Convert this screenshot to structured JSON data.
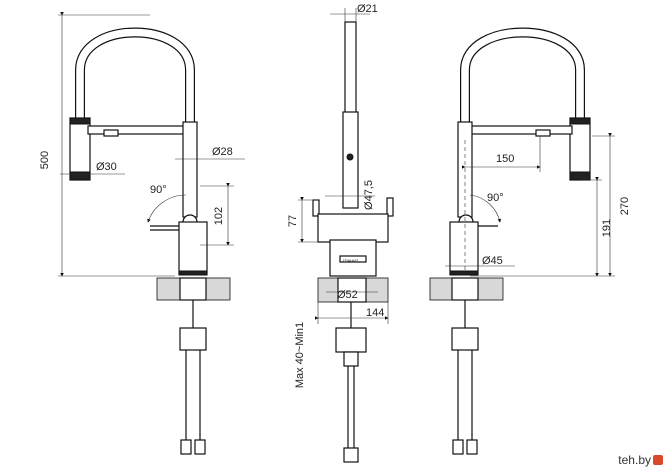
{
  "dimensions": {
    "height_total": "500",
    "spout_head_diameter": "Ø30",
    "body_diameter_top": "Ø28",
    "lever_angle_left": "90°",
    "lever_height": "102",
    "tube_diameter": "Ø21",
    "front_body_diameter": "Ø47,5",
    "front_height": "77",
    "base_diameter": "Ø52",
    "base_width": "144",
    "counter_thickness": "Max 40~Min1",
    "reach": "150",
    "lever_angle_right": "90°",
    "spout_height": "270",
    "outlet_height": "191",
    "base_diameter_right": "Ø45"
  },
  "base_marking": "ГРАНИТ",
  "watermark": {
    "text": "teh.by"
  }
}
